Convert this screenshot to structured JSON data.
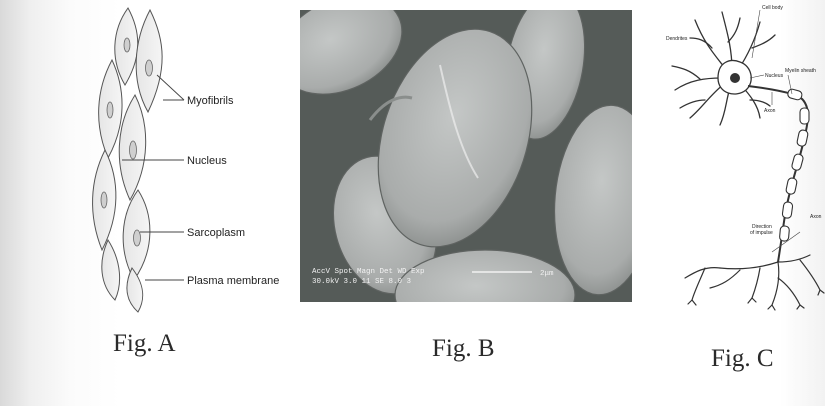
{
  "figure_a": {
    "caption": "Fig. A",
    "labels": {
      "myofibrils": "Myofibrils",
      "nucleus": "Nucleus",
      "sarcoplasm": "Sarcoplasm",
      "plasma_membrane": "Plasma membrane"
    }
  },
  "figure_b": {
    "caption": "Fig. B",
    "info_line1": "AccV  Spot Magn  Det  WD  Exp",
    "info_line2": "30.0kV 3.0  11  SE  8.0  3",
    "scale_label": "2μm"
  },
  "figure_c": {
    "caption": "Fig. C",
    "labels": {
      "cell_body": "Cell body",
      "dendrites": "Dendrites",
      "nucleus": "Nucleus",
      "myelin_sheath": "Myelin sheath",
      "axon": "Axon",
      "direction_line1": "Direction",
      "direction_line2": "of impulse",
      "axon_terminal": "Axon"
    }
  },
  "colors": {
    "sem_background": "#555b58",
    "sem_cell": "#b2b5b4",
    "line": "#333333"
  }
}
